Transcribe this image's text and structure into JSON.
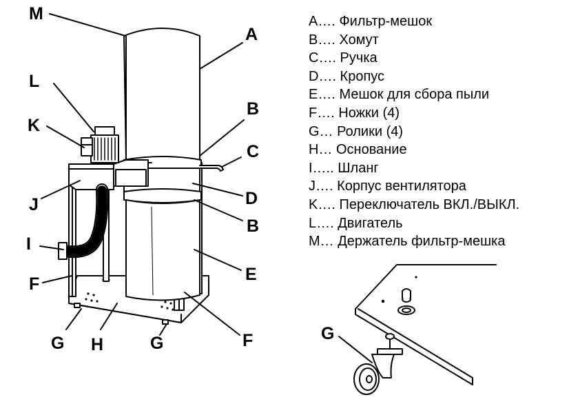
{
  "diagram": {
    "callouts": {
      "M": "M",
      "L": "L",
      "K": "K",
      "J": "J",
      "I": "I",
      "F": "F",
      "G": "G",
      "H": "H",
      "A": "A",
      "B": "B",
      "C": "C",
      "D": "D",
      "E": "E"
    },
    "legend": [
      "A…. Фильтр-мешок",
      "B…. Хомут",
      "C…. Ручка",
      "D…. Кропус",
      "E…. Мешок для сбора пыли",
      "F…. Ножки (4)",
      "G… Ролики (4)",
      "H… Основание",
      "I….. Шланг",
      "J…. Корпус вентилятора",
      "K…. Переключатель ВКЛ./ВЫКЛ.",
      "L…. Двигатель",
      "M… Держатель фильтр-мешка"
    ],
    "detail_label": "G"
  }
}
